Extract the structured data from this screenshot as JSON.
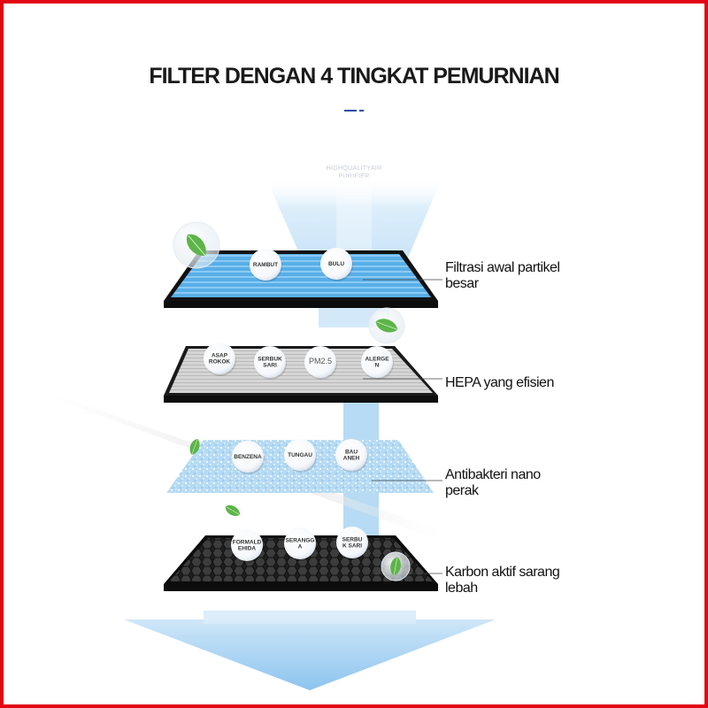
{
  "title": "FILTER DENGAN 4 TINGKAT PEMURNIAN",
  "caption": [
    "HIGHQUALITYAIR",
    "PURIFIER"
  ],
  "colors": {
    "frame": "#e30613",
    "accent_rule": "#1f4fa8",
    "flow_blue": "#bfe0f6",
    "arrow_blue": "#a9d3f2",
    "layer_1": "#4aa3e0",
    "layer_2": "#c9c9c9",
    "layer_3": "#7fb8e0",
    "layer_4": "#2a2a2a"
  },
  "layers": [
    {
      "name": "pre-filter",
      "label_lines": [
        "Filtrasi awal partikel",
        "besar"
      ],
      "bubbles": [
        [
          "RAMBUT"
        ],
        [
          "BULU"
        ]
      ]
    },
    {
      "name": "hepa",
      "label_lines": [
        "HEPA yang efisien"
      ],
      "bubbles": [
        [
          "ASAP",
          "ROKOK"
        ],
        [
          "SERBUK",
          "SARI"
        ],
        [
          "PM2.5"
        ],
        [
          "ALERGE",
          "N"
        ]
      ]
    },
    {
      "name": "nano-silver",
      "label_lines": [
        "Antibakteri nano",
        "perak"
      ],
      "bubbles": [
        [
          "BENZENA"
        ],
        [
          "TUNGAU"
        ],
        [
          "BAU",
          "ANEH"
        ]
      ]
    },
    {
      "name": "carbon",
      "label_lines": [
        "Karbon aktif sarang",
        "lebah"
      ],
      "bubbles": [
        [
          "FORMALD",
          "EHIDA"
        ],
        [
          "SERANGG",
          "A"
        ],
        [
          "SERBU",
          "K SARI"
        ]
      ]
    }
  ],
  "icons": [
    "leaf-icon"
  ]
}
